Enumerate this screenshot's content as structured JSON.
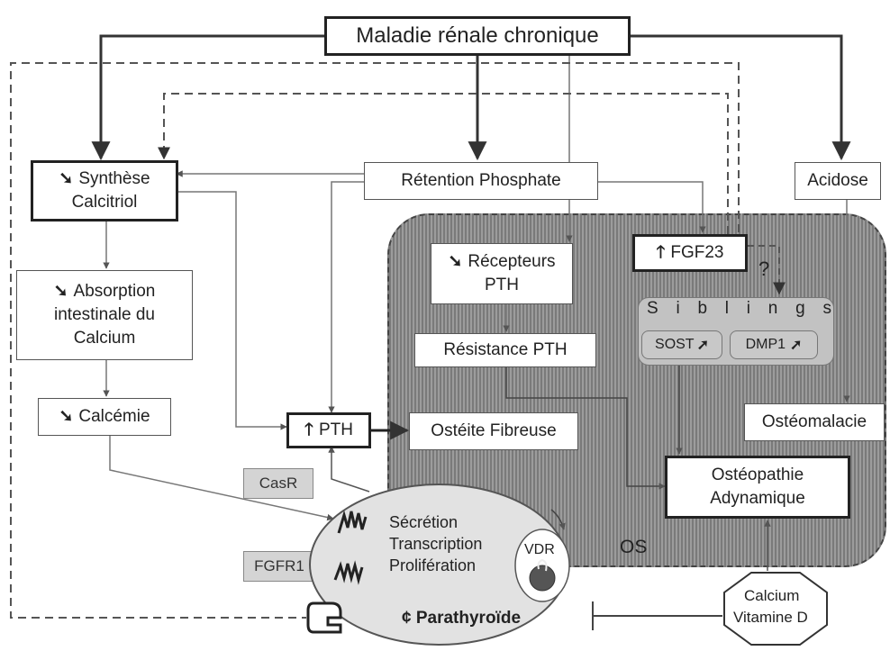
{
  "nodes": {
    "mrc": "Maladie rénale chronique",
    "calcitriol_line1": "Synthèse",
    "calcitriol_line2": "Calcitriol",
    "retention": "Rétention Phosphate",
    "acidose": "Acidose",
    "fgf23": "FGF23",
    "absorption_line1": "Absorption",
    "absorption_line2": "intestinale du",
    "absorption_line3": "Calcium",
    "recepteurs_line1": "Récepteurs",
    "recepteurs_line2": "PTH",
    "resistance": "Résistance PTH",
    "calcemie": "Calcémie",
    "pth": "PTH",
    "osteite": "Ostéite Fibreuse",
    "osteomalacie": "Ostéomalacie",
    "osteopathie_line1": "Ostéopathie",
    "osteopathie_line2": "Adynamique",
    "casr": "CasR",
    "fgfr1": "FGFR1",
    "calcium_vitd_line1": "Calcium",
    "calcium_vitd_line2": "Vitamine D",
    "os": "OS",
    "question": "?"
  },
  "siblings": {
    "letters": [
      "S",
      "i",
      "b",
      "l",
      "i",
      "n",
      "g",
      "s"
    ],
    "sost": "SOST",
    "dmp1": "DMP1"
  },
  "cell": {
    "line1": "Sécrétion",
    "line2": "Transcription",
    "line3": "Prolifération",
    "vdr": "VDR",
    "title": "Parathyroïde",
    "title_prefix": "¢"
  },
  "glyphs": {
    "down": "➘",
    "up": "🡑",
    "upright": "➚"
  }
}
